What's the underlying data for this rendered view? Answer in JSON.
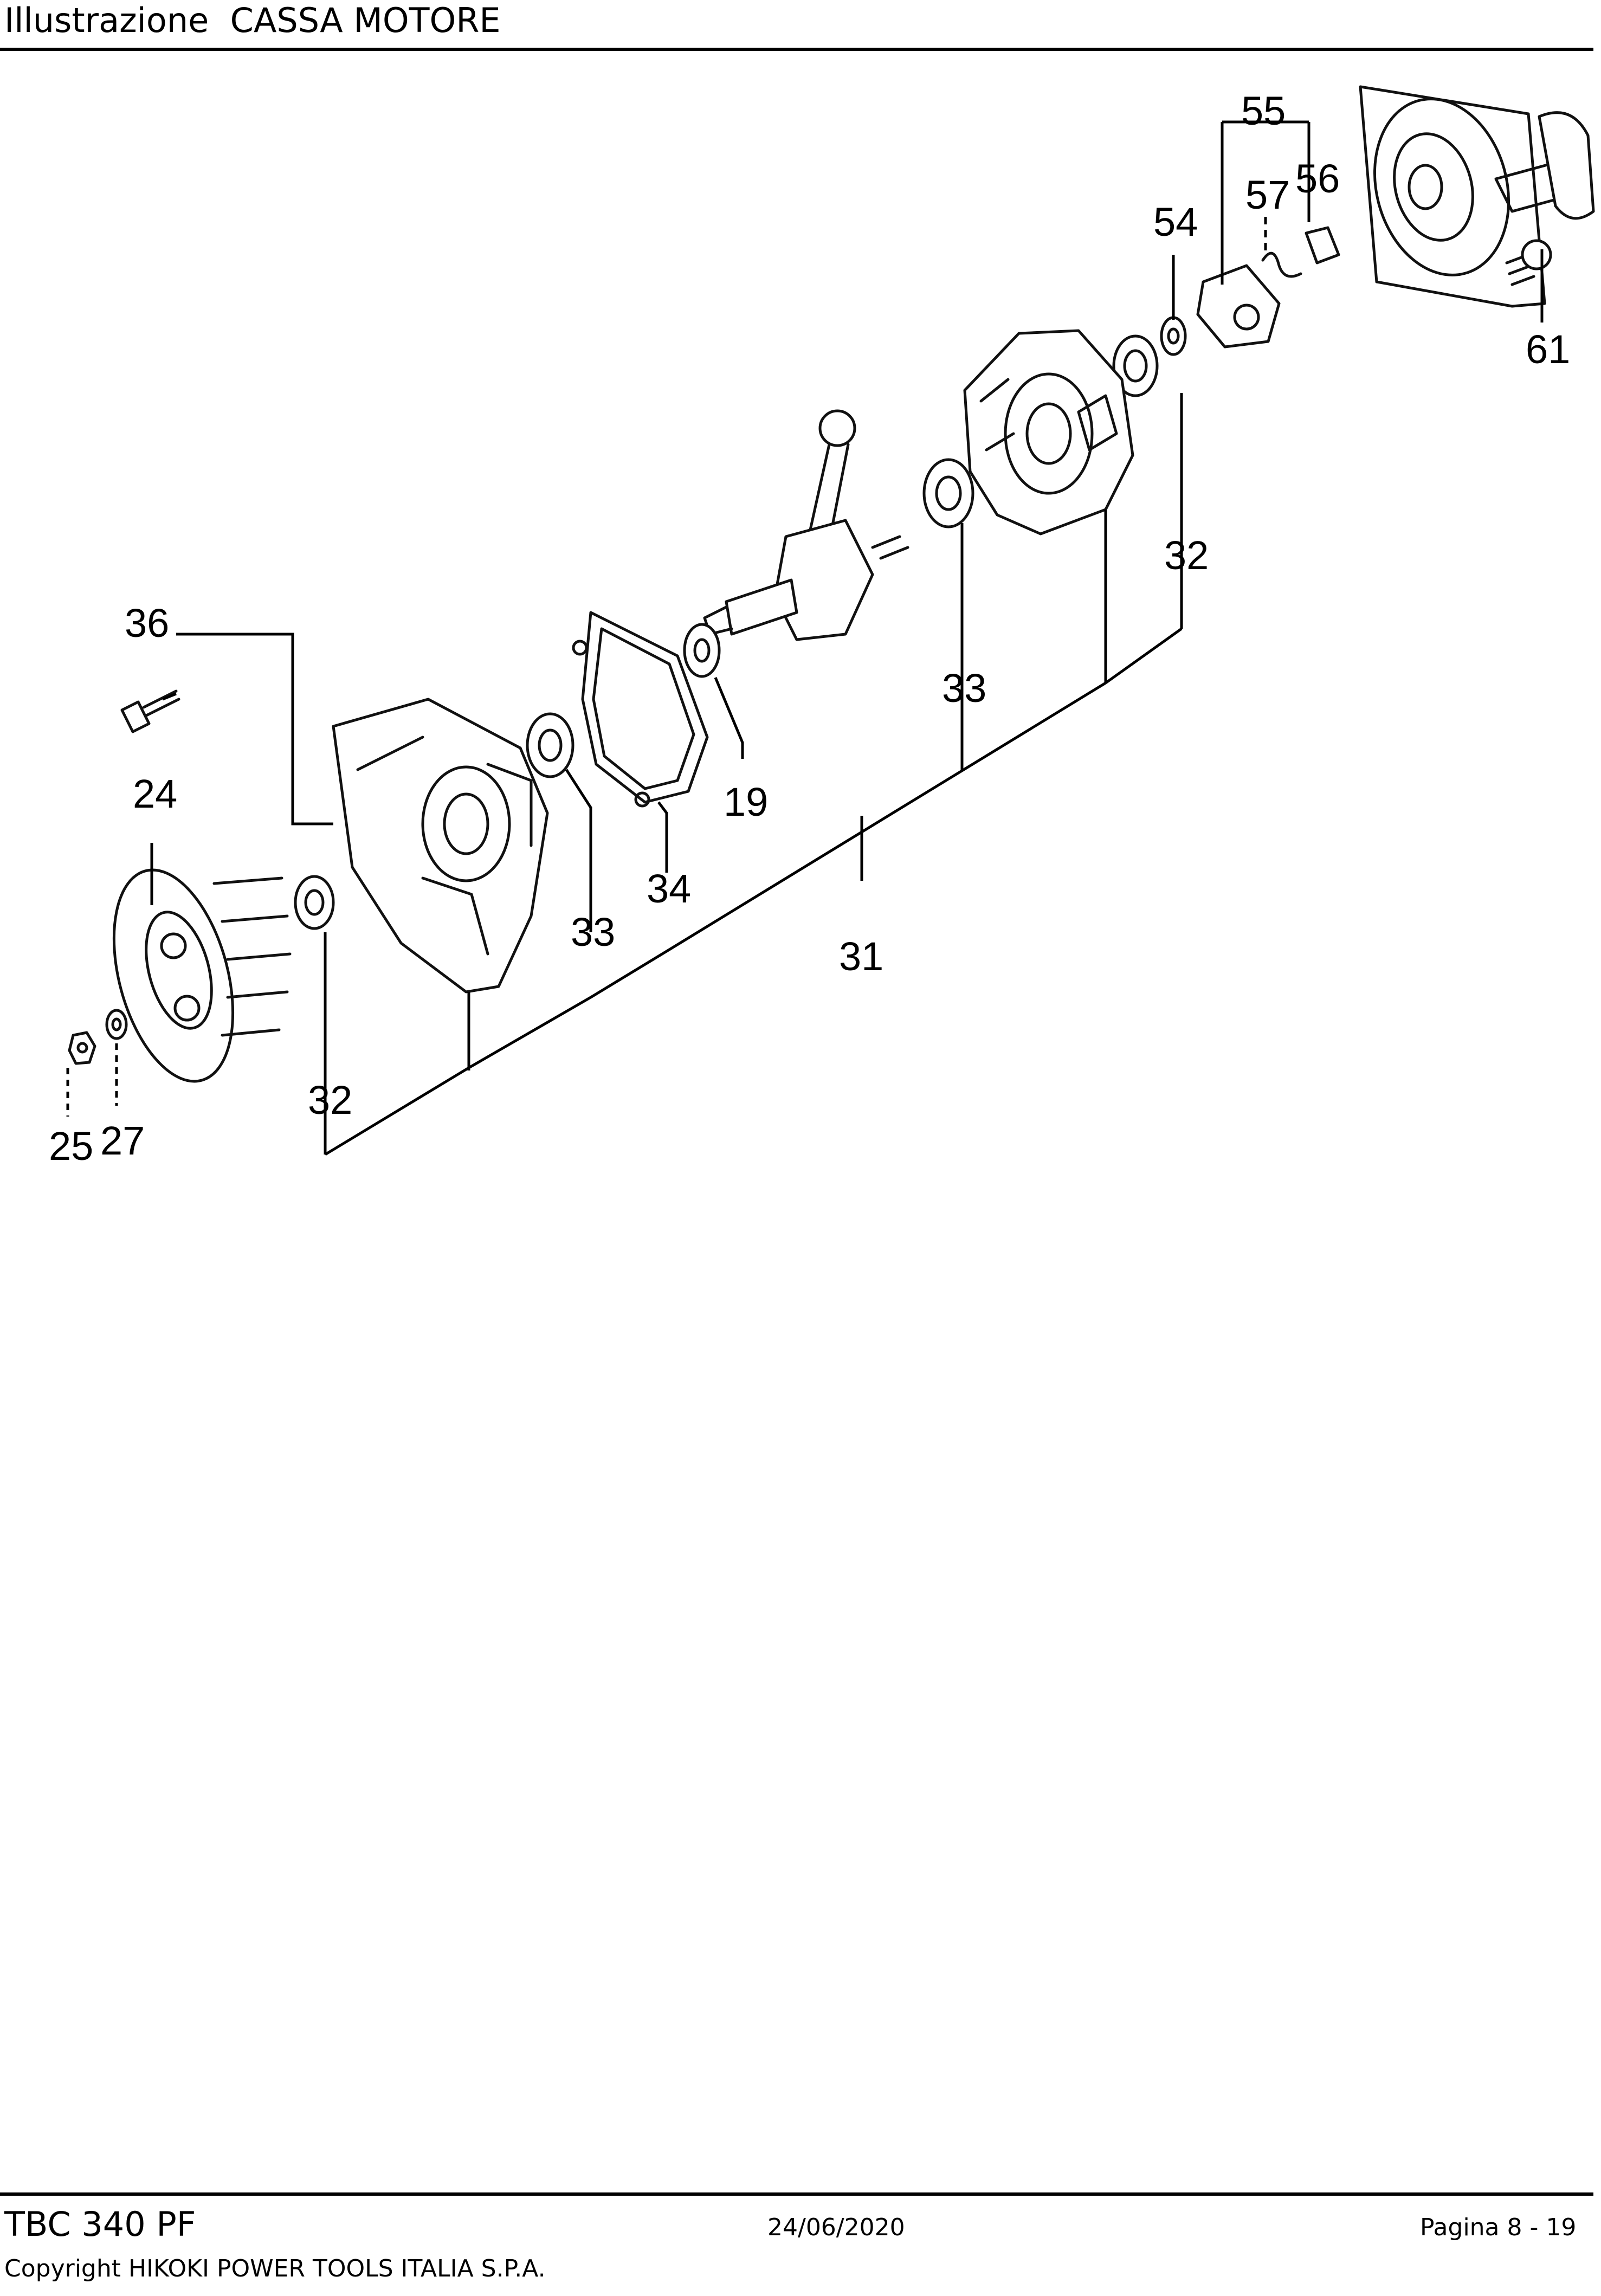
{
  "header": {
    "title": "Illustrazione  CASSA MOTORE"
  },
  "diagram": {
    "callouts": {
      "c55": "55",
      "c57": "57",
      "c56": "56",
      "c54": "54",
      "c61": "61",
      "c32_right": "32",
      "c33_right": "33",
      "c36": "36",
      "c19": "19",
      "c24": "24",
      "c34": "34",
      "c33_left": "33",
      "c31": "31",
      "c32_left": "32",
      "c25": "25",
      "c27": "27"
    }
  },
  "footer": {
    "model": "TBC 340 PF",
    "date": "24/06/2020",
    "page": "Pagina 8 - 19",
    "copyright": "Copyright HIKOKI POWER TOOLS ITALIA S.P.A."
  }
}
